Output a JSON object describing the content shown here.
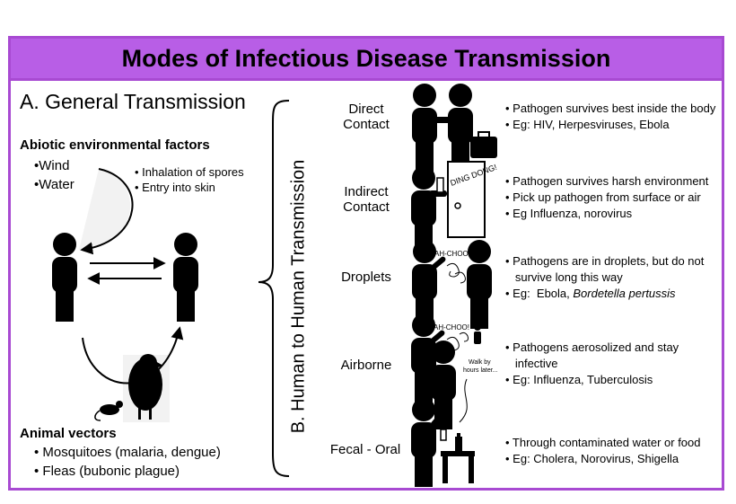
{
  "title": "Modes of Infectious Disease Transmission",
  "general": {
    "heading": "A. General Transmission",
    "abiotic_heading": "Abiotic environmental factors",
    "abiotic_items": [
      "•Wind",
      "•Water"
    ],
    "routes": [
      "• Inhalation of spores",
      "• Entry into skin"
    ],
    "animal_heading": "Animal vectors",
    "animal_items": [
      "• Mosquitoes (malaria, dengue)",
      "• Fleas (bubonic plague)"
    ]
  },
  "human": {
    "heading": "B. Human to Human Transmission",
    "modes": [
      {
        "label_lines": [
          "Direct",
          "Contact"
        ],
        "facts": [
          "• Pathogen survives best inside the body",
          "• Eg:  HIV, Herpesviruses, Ebola"
        ]
      },
      {
        "label_lines": [
          "Indirect",
          "Contact"
        ],
        "sound": "DING DONG!",
        "facts": [
          "• Pathogen survives harsh environment",
          "• Pick up pathogen from surface or air",
          "• Eg Influenza, norovirus"
        ]
      },
      {
        "label_lines": [
          "Droplets"
        ],
        "sound": "AH-CHOO!",
        "facts": [
          "• Pathogens are in droplets, but do not",
          "   survive long this way",
          "• Eg:  Ebola, "
        ],
        "facts_italic": "Bordetella pertussis"
      },
      {
        "label_lines": [
          "Airborne"
        ],
        "sound": "AH-CHOO!",
        "note_lines": [
          "Walk by",
          "hours later..."
        ],
        "facts": [
          "• Pathogens aerosolized and stay",
          "   infective",
          "• Eg: Influenza, Tuberculosis"
        ]
      },
      {
        "label_lines": [
          "Fecal - Oral"
        ],
        "facts": [
          "• Through contaminated water or food",
          "• Eg:  Cholera, Norovirus, Shigella"
        ]
      }
    ]
  }
}
